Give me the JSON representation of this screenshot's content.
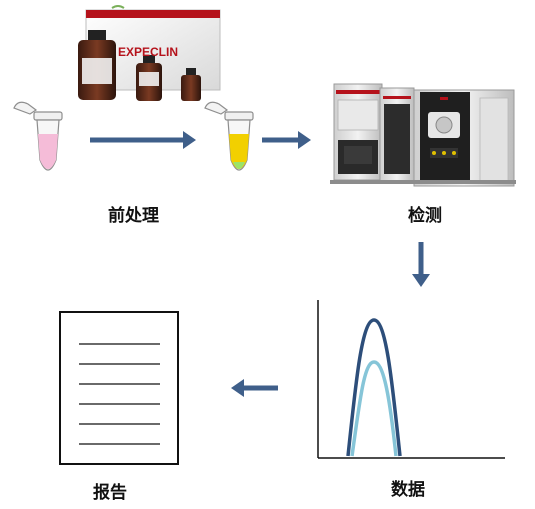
{
  "steps": {
    "pretreatment": "前处理",
    "detection": "检测",
    "data": "数据",
    "report": "报告"
  },
  "kit": {
    "brand": "EXPECLIN"
  },
  "colors": {
    "arrow": "#3f5f8a",
    "peak_outer": "#2d4e7a",
    "peak_inner": "#86c5d8",
    "tube_pink": "#f5bcd8",
    "tube_yellow": "#f2d000",
    "brand_red": "#b5121b"
  },
  "icons": {
    "tube1": "pink-sample-tube-icon",
    "tube2": "yellow-sample-tube-icon",
    "kit": "reagent-kit-icon",
    "instrument": "analyzer-instrument-icon",
    "report": "report-document-icon",
    "chart": "chromatogram-icon"
  }
}
